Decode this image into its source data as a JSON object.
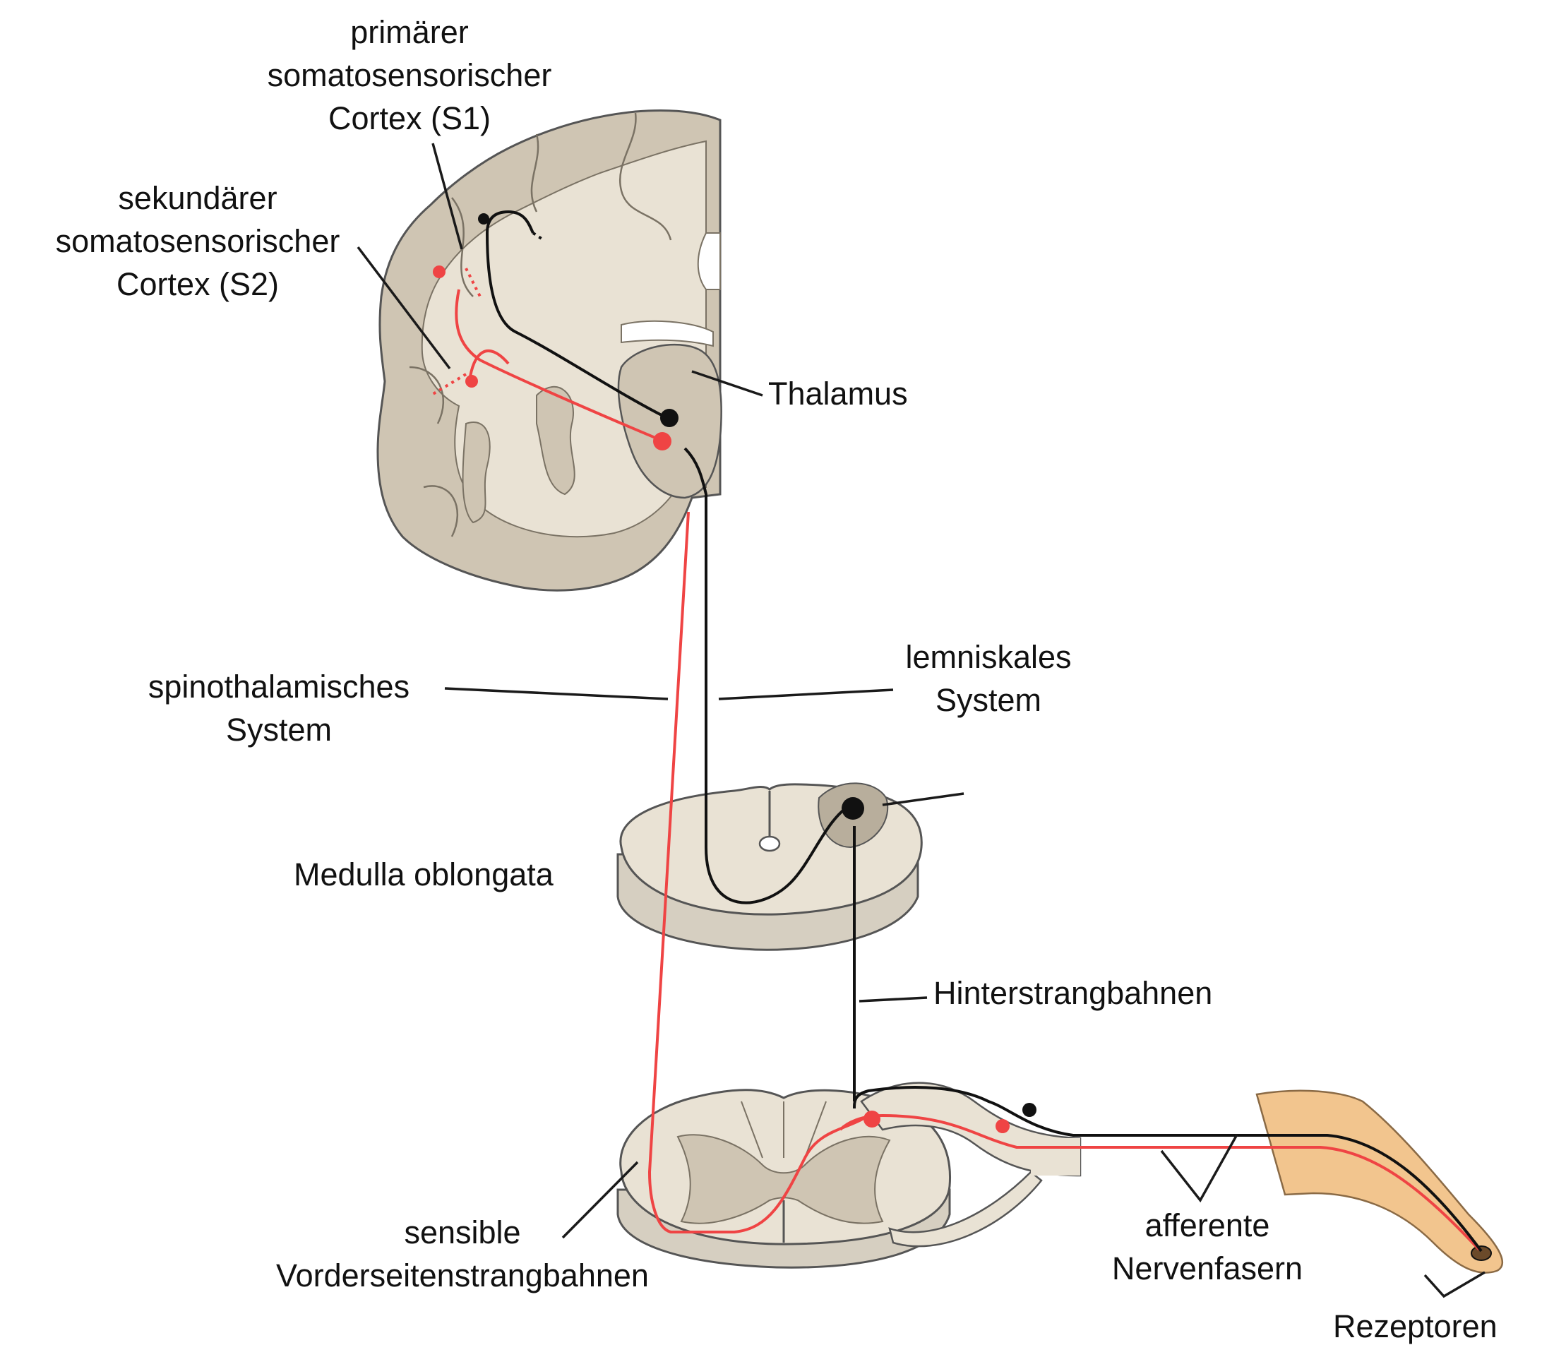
{
  "colors": {
    "tissue": "#e9e2d4",
    "tissue_dark": "#cfc5b3",
    "tissue_outline": "#555555",
    "gray_matter": "#d6cfc1",
    "skin": "#f2c58e",
    "skin_outline": "#8a6a45",
    "lemniscal_path": "#111111",
    "spinothalamic_path": "#ef4444",
    "leader_line": "#1a1a1a"
  },
  "labels": {
    "s1": {
      "lines": [
        "primärer",
        "somatosensorischer",
        "Cortex (S1)"
      ]
    },
    "s2": {
      "lines": [
        "sekundärer",
        "somatosensorischer",
        "Cortex (S2)"
      ]
    },
    "thalamus": {
      "text": "Thalamus"
    },
    "spinothalamic": {
      "lines": [
        "spinothalamisches",
        "System"
      ]
    },
    "lemniscal": {
      "lines": [
        "lemniskales",
        "System"
      ]
    },
    "medulla": {
      "text": "Medulla oblongata"
    },
    "dorsal_column": {
      "text": "Hinterstrangbahnen"
    },
    "anterolateral": {
      "lines": [
        "sensible",
        "Vorderseitenstrangbahnen"
      ]
    },
    "afferent": {
      "lines": [
        "afferente",
        "Nervenfasern"
      ]
    },
    "receptors": {
      "text": "Rezeptoren"
    }
  }
}
